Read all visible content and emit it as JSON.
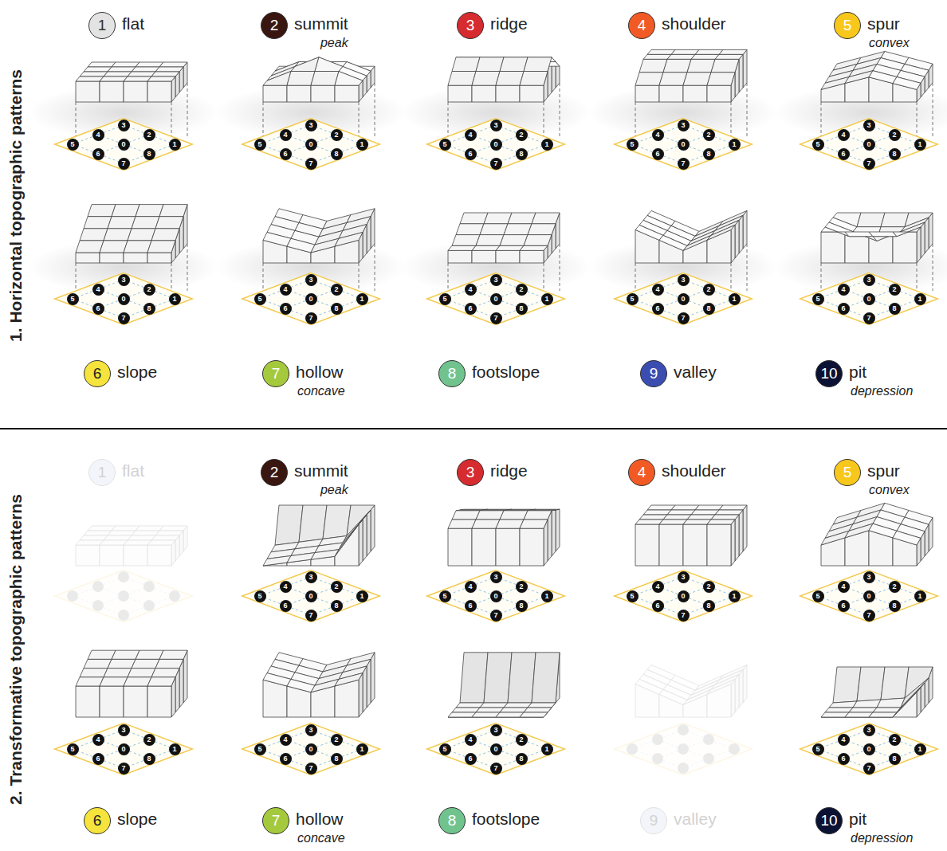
{
  "diagram": {
    "nodes": [
      {
        "text": [
          "1",
          "flat"
        ]
      },
      {
        "text": [
          "2",
          "summit",
          "peak"
        ]
      },
      {
        "text": [
          "3",
          "ridge"
        ]
      },
      {
        "text": [
          "4",
          "shoulder"
        ]
      },
      {
        "text": [
          "5",
          "spur",
          "convex"
        ]
      },
      {
        "text": [
          "6",
          "slope"
        ]
      },
      {
        "text": [
          "7",
          "hollow",
          "concave"
        ]
      },
      {
        "text": [
          "8",
          "footslope"
        ]
      },
      {
        "text": [
          "9",
          "valley"
        ]
      },
      {
        "text": [
          "10",
          "pit",
          "depression"
        ]
      },
      {
        "text": [
          "1",
          "flat"
        ]
      },
      {
        "text": [
          "2",
          "summit",
          "peak"
        ]
      },
      {
        "text": [
          "3",
          "ridge"
        ]
      },
      {
        "text": [
          "4",
          "shoulder"
        ]
      },
      {
        "text": [
          "5",
          "spur",
          "convex"
        ]
      },
      {
        "text": [
          "6",
          "slope"
        ]
      },
      {
        "text": [
          "7",
          "hollow",
          "concave"
        ]
      },
      {
        "text": [
          "8",
          "footslope"
        ]
      },
      {
        "text": [
          "9",
          "valley"
        ]
      },
      {
        "text": [
          "10",
          "pit",
          "depression"
        ]
      }
    ],
    "labels": [
      "1. Horizontal topographic patterns",
      "3",
      "4",
      "2",
      "5",
      "0",
      "1",
      "6",
      "8",
      "7",
      "3",
      "4",
      "2",
      "5",
      "0",
      "1",
      "6",
      "8",
      "7",
      "3",
      "4",
      "2",
      "5",
      "0",
      "1",
      "6",
      "8",
      "7",
      "3",
      "4",
      "2",
      "5",
      "0",
      "1",
      "6",
      "8",
      "7",
      "3",
      "4",
      "2",
      "5",
      "0",
      "1",
      "6",
      "8",
      "7",
      "3",
      "4",
      "2",
      "5",
      "0",
      "1",
      "6",
      "8",
      "7",
      "3",
      "4",
      "2",
      "5",
      "0",
      "1",
      "6",
      "8",
      "7",
      "3",
      "4",
      "2",
      "5",
      "0",
      "1",
      "6",
      "8",
      "7",
      "3",
      "4",
      "2",
      "5",
      "0",
      "1",
      "6",
      "8",
      "7",
      "3",
      "4",
      "2",
      "5",
      "0",
      "1",
      "6",
      "8",
      "7",
      "2. Transformative topographic patterns",
      "3",
      "4",
      "2",
      "5",
      "0",
      "1",
      "6",
      "8",
      "7",
      "3",
      "4",
      "2",
      "5",
      "0",
      "1",
      "6",
      "8",
      "7",
      "3",
      "4",
      "2",
      "5",
      "0",
      "1",
      "6",
      "8",
      "7",
      "3",
      "4",
      "2",
      "5",
      "0",
      "1",
      "6",
      "8",
      "7",
      "3",
      "4",
      "2",
      "5",
      "0",
      "1",
      "6",
      "8",
      "7",
      "3",
      "4",
      "2",
      "5",
      "0",
      "1",
      "6",
      "8",
      "7",
      "3",
      "4",
      "2",
      "5",
      "0",
      "1",
      "6",
      "8",
      "7",
      "3",
      "4",
      "2",
      "5",
      "0",
      "1",
      "6",
      "8",
      "7"
    ]
  }
}
